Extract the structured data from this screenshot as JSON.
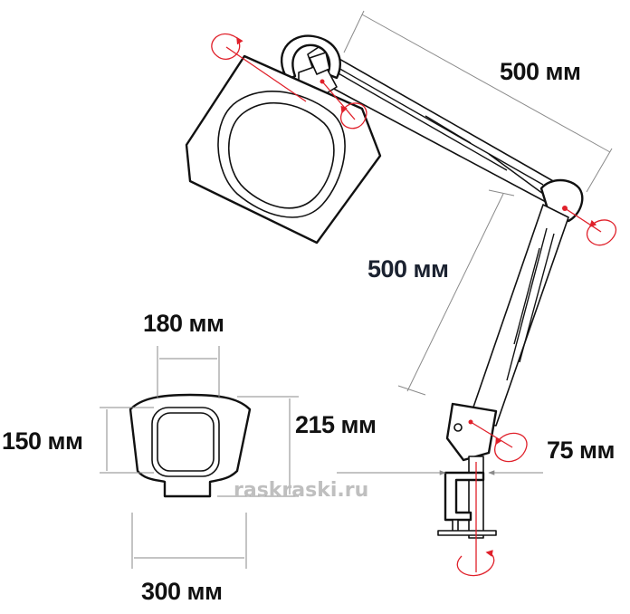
{
  "labels": {
    "arm_upper": "500 мм",
    "arm_lower": "500 мм",
    "lens_width": "180 мм",
    "lens_height": "150 мм",
    "head_height": "215 мм",
    "head_width": "300 мм",
    "clamp_size": "75 мм"
  },
  "watermark": "raskraski.ru",
  "colors": {
    "outline": "#111111",
    "dimension": "#8a8a8a",
    "rotation": "#e0202a",
    "watermark": "#bfbfbf"
  }
}
